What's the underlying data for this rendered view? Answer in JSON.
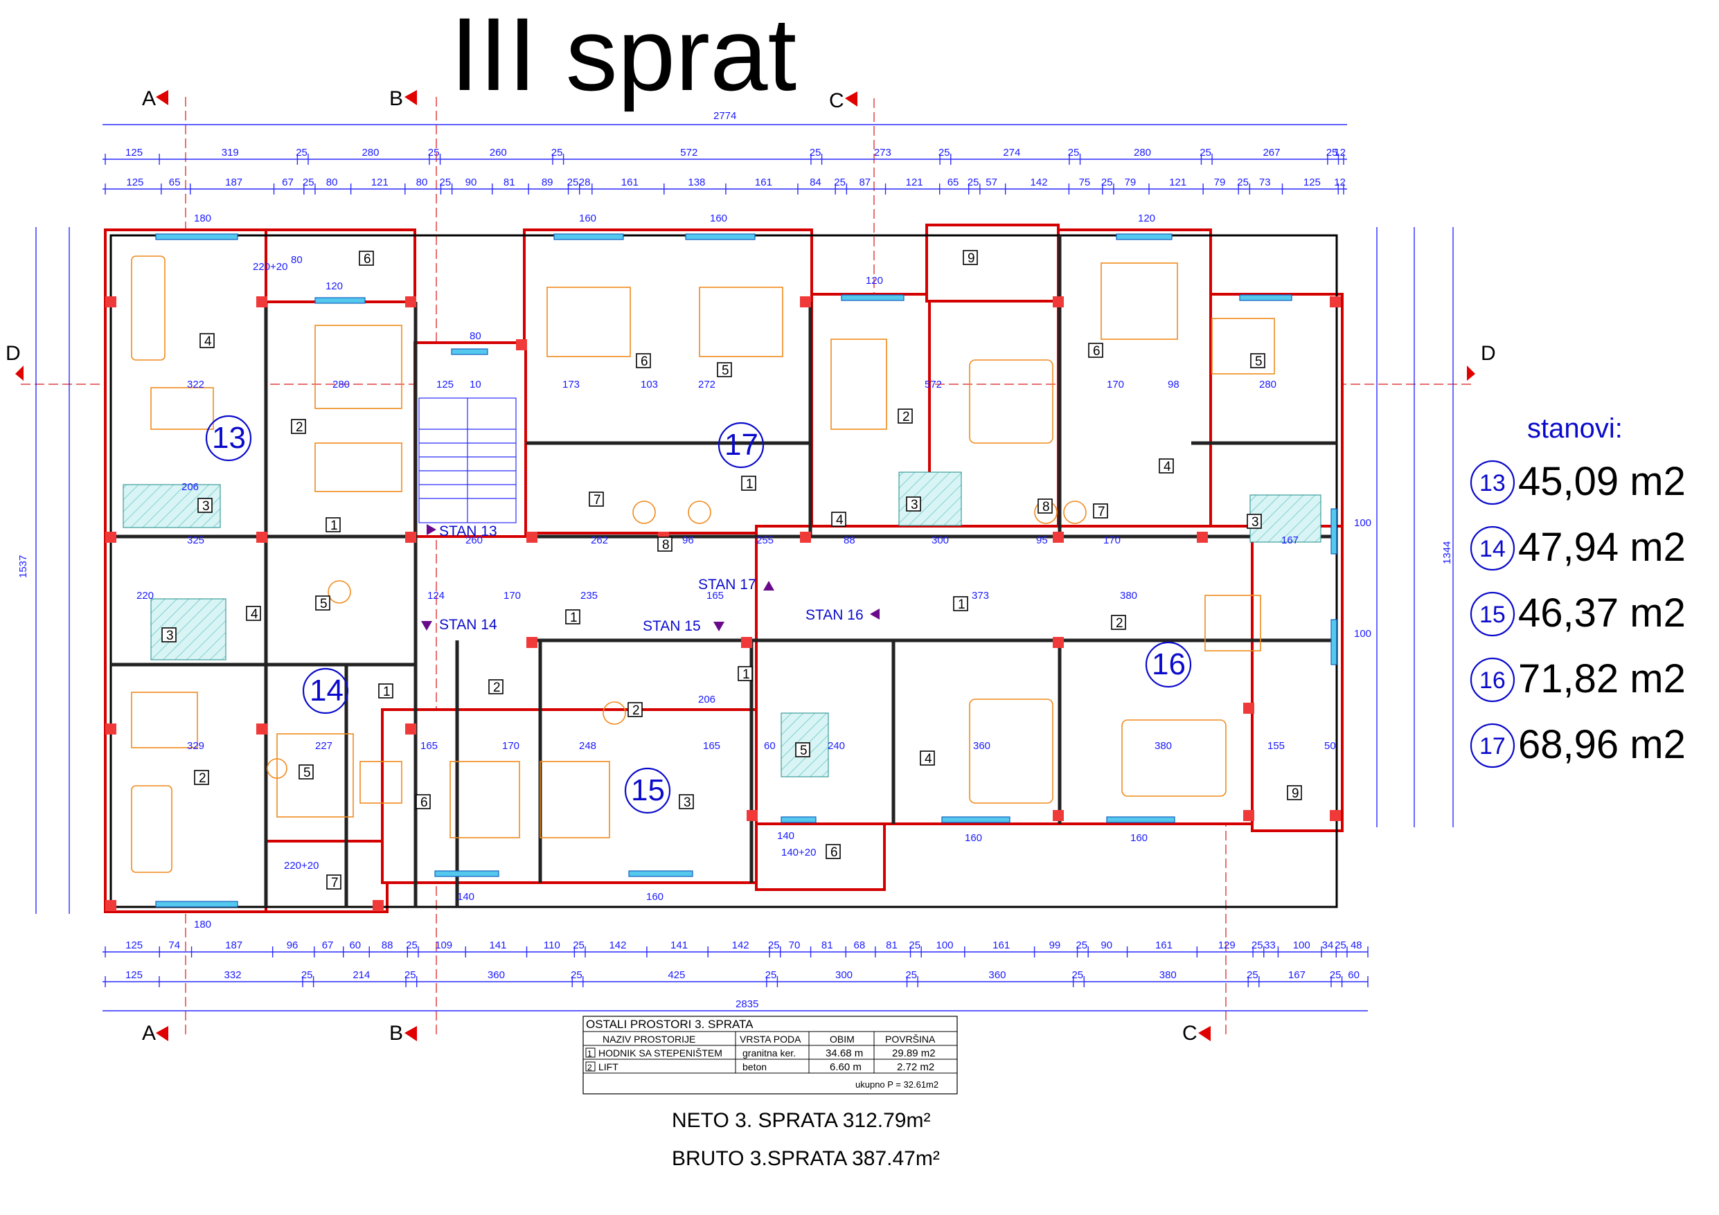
{
  "title": "III sprat",
  "section_markers": [
    "A",
    "B",
    "C",
    "D"
  ],
  "overall_dimensions": {
    "top_total": "2774",
    "bottom_total": "2835",
    "left_total": "1537",
    "right_total": "1344"
  },
  "top_dimension_row_1": [
    "125",
    "319",
    "25",
    "280",
    "25",
    "260",
    "25",
    "572",
    "25",
    "273",
    "25",
    "274",
    "25",
    "280",
    "25",
    "267",
    "25",
    "12"
  ],
  "top_dimension_row_2": [
    "125",
    "65",
    "187",
    "67",
    "25",
    "80",
    "121",
    "80",
    "25",
    "90",
    "81",
    "89",
    "25",
    "28",
    "161",
    "138",
    "161",
    "84",
    "25",
    "87",
    "121",
    "65",
    "25",
    "57",
    "142",
    "75",
    "25",
    "79",
    "121",
    "79",
    "25",
    "73",
    "125",
    "12"
  ],
  "bottom_dimension_row_1": [
    "125",
    "74",
    "187",
    "96",
    "67",
    "60",
    "88",
    "25",
    "109",
    "141",
    "110",
    "25",
    "142",
    "141",
    "142",
    "25",
    "70",
    "81",
    "68",
    "81",
    "25",
    "100",
    "161",
    "99",
    "25",
    "90",
    "161",
    "129",
    "25",
    "33",
    "100",
    "34",
    "25",
    "48"
  ],
  "bottom_dimension_row_2": [
    "125",
    "332",
    "25",
    "214",
    "25",
    "360",
    "25",
    "425",
    "25",
    "300",
    "25",
    "360",
    "25",
    "380",
    "25",
    "167",
    "25",
    "60"
  ],
  "apartments": [
    {
      "id": "13",
      "label": "STAN 13"
    },
    {
      "id": "14",
      "label": "STAN 14"
    },
    {
      "id": "15",
      "label": "STAN 15"
    },
    {
      "id": "16",
      "label": "STAN 16"
    },
    {
      "id": "17",
      "label": "STAN 17"
    }
  ],
  "legend": {
    "heading": "stanovi:",
    "items": [
      {
        "num": "13",
        "area": "45,09 m2"
      },
      {
        "num": "14",
        "area": "47,94 m2"
      },
      {
        "num": "15",
        "area": "46,37 m2"
      },
      {
        "num": "16",
        "area": "71,82 m2"
      },
      {
        "num": "17",
        "area": "68,96 m2"
      }
    ]
  },
  "common_table": {
    "title": "OSTALI PROSTORI 3.  SPRATA",
    "headers": [
      "NAZIV PROSTORIJE",
      "VRSTA PODA",
      "OBIM",
      "POVRŠINA"
    ],
    "rows": [
      {
        "no": "1",
        "name": "HODNIK SA STEPENIŠTEM",
        "floor": "granitna ker.",
        "perimeter": "34.68 m",
        "area": "29.89 m2"
      },
      {
        "no": "2",
        "name": "LIFT",
        "floor": "beton",
        "perimeter": "6.60 m",
        "area": "2.72 m2"
      }
    ],
    "total": "ukupno P = 32.61m2"
  },
  "neto": "NETO 3. SPRATA  312.79m²",
  "bruto": "BRUTO 3.SPRATA  387.47m²",
  "inner_dims": {
    "d322": "322",
    "d280a": "280",
    "d125": "125",
    "d10": "10",
    "d173": "173",
    "d103": "103",
    "d272": "272",
    "d572": "572",
    "d170": "170",
    "d98": "98",
    "d280b": "280",
    "d325a": "325",
    "d260": "260",
    "d262": "262",
    "d96": "96",
    "d255": "255",
    "d88": "88",
    "d300": "300",
    "d95": "95",
    "d170b": "170",
    "d167": "167",
    "d220": "220",
    "d124": "124",
    "d170c": "170",
    "d235": "235",
    "d165": "165",
    "d373": "373",
    "d380": "380",
    "d329": "329",
    "d227": "227",
    "d165b": "165",
    "d170d": "170",
    "d248": "248",
    "d165c": "165",
    "d60": "60",
    "d240": "240",
    "d360": "360",
    "d380b": "380",
    "d155": "155",
    "d50": "50"
  },
  "window_labels": {
    "w1": "180",
    "w2": "120",
    "w3": "160",
    "w4": "160",
    "w5": "120",
    "w6": "120",
    "w7": "100",
    "w8": "100",
    "w9": "160",
    "w10": "160",
    "w11": "160",
    "w12": "140",
    "w13": "140",
    "w14": "180",
    "w15": "80",
    "w16": "80",
    "w17": "140+20"
  },
  "door_labels": {
    "d1": "220+20",
    "d2": "220+20",
    "d3": "206",
    "d4": "206"
  }
}
